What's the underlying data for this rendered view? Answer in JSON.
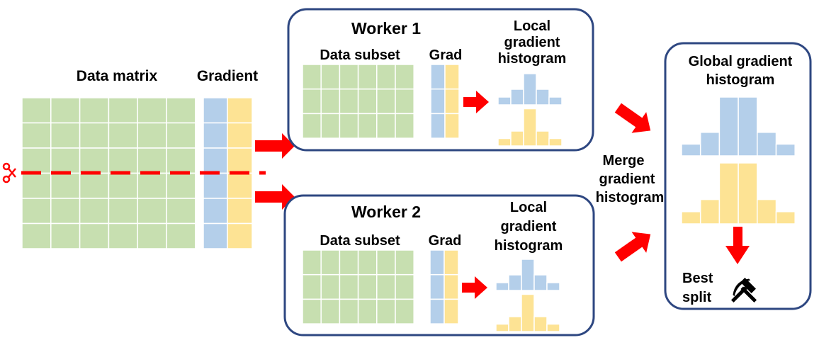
{
  "colors": {
    "green": "#c7dfb0",
    "blue": "#b4cfea",
    "yellow": "#fde394",
    "red": "#ff0000",
    "box_border": "#2e4781"
  },
  "left": {
    "data_matrix_label": "Data matrix",
    "gradient_label": "Gradient",
    "scissors_icon": "scissors-icon"
  },
  "workers": [
    {
      "title": "Worker 1",
      "data_subset_label": "Data subset",
      "grad_label": "Grad",
      "histogram_label": [
        "Local",
        "gradient",
        "histogram"
      ],
      "blue_hist": [
        1,
        2,
        4,
        2,
        1
      ],
      "yellow_hist": [
        1,
        2,
        5,
        2,
        1
      ]
    },
    {
      "title": "Worker 2",
      "data_subset_label": "Data subset",
      "grad_label": "Grad",
      "histogram_label": [
        "Local",
        "gradient",
        "histogram"
      ],
      "blue_hist": [
        1,
        2,
        4,
        2,
        1
      ],
      "yellow_hist": [
        1,
        2,
        5,
        2,
        1
      ]
    }
  ],
  "merge_label": [
    "Merge",
    "gradient",
    "histogram"
  ],
  "global": {
    "title": [
      "Global gradient",
      "histogram"
    ],
    "blue_hist": [
      1,
      2,
      5,
      5,
      2,
      1
    ],
    "yellow_hist": [
      1,
      2,
      5,
      5,
      2,
      1
    ],
    "best_split_label": [
      "Best",
      "split"
    ],
    "best_split_icon": "hammer-pick-icon"
  }
}
